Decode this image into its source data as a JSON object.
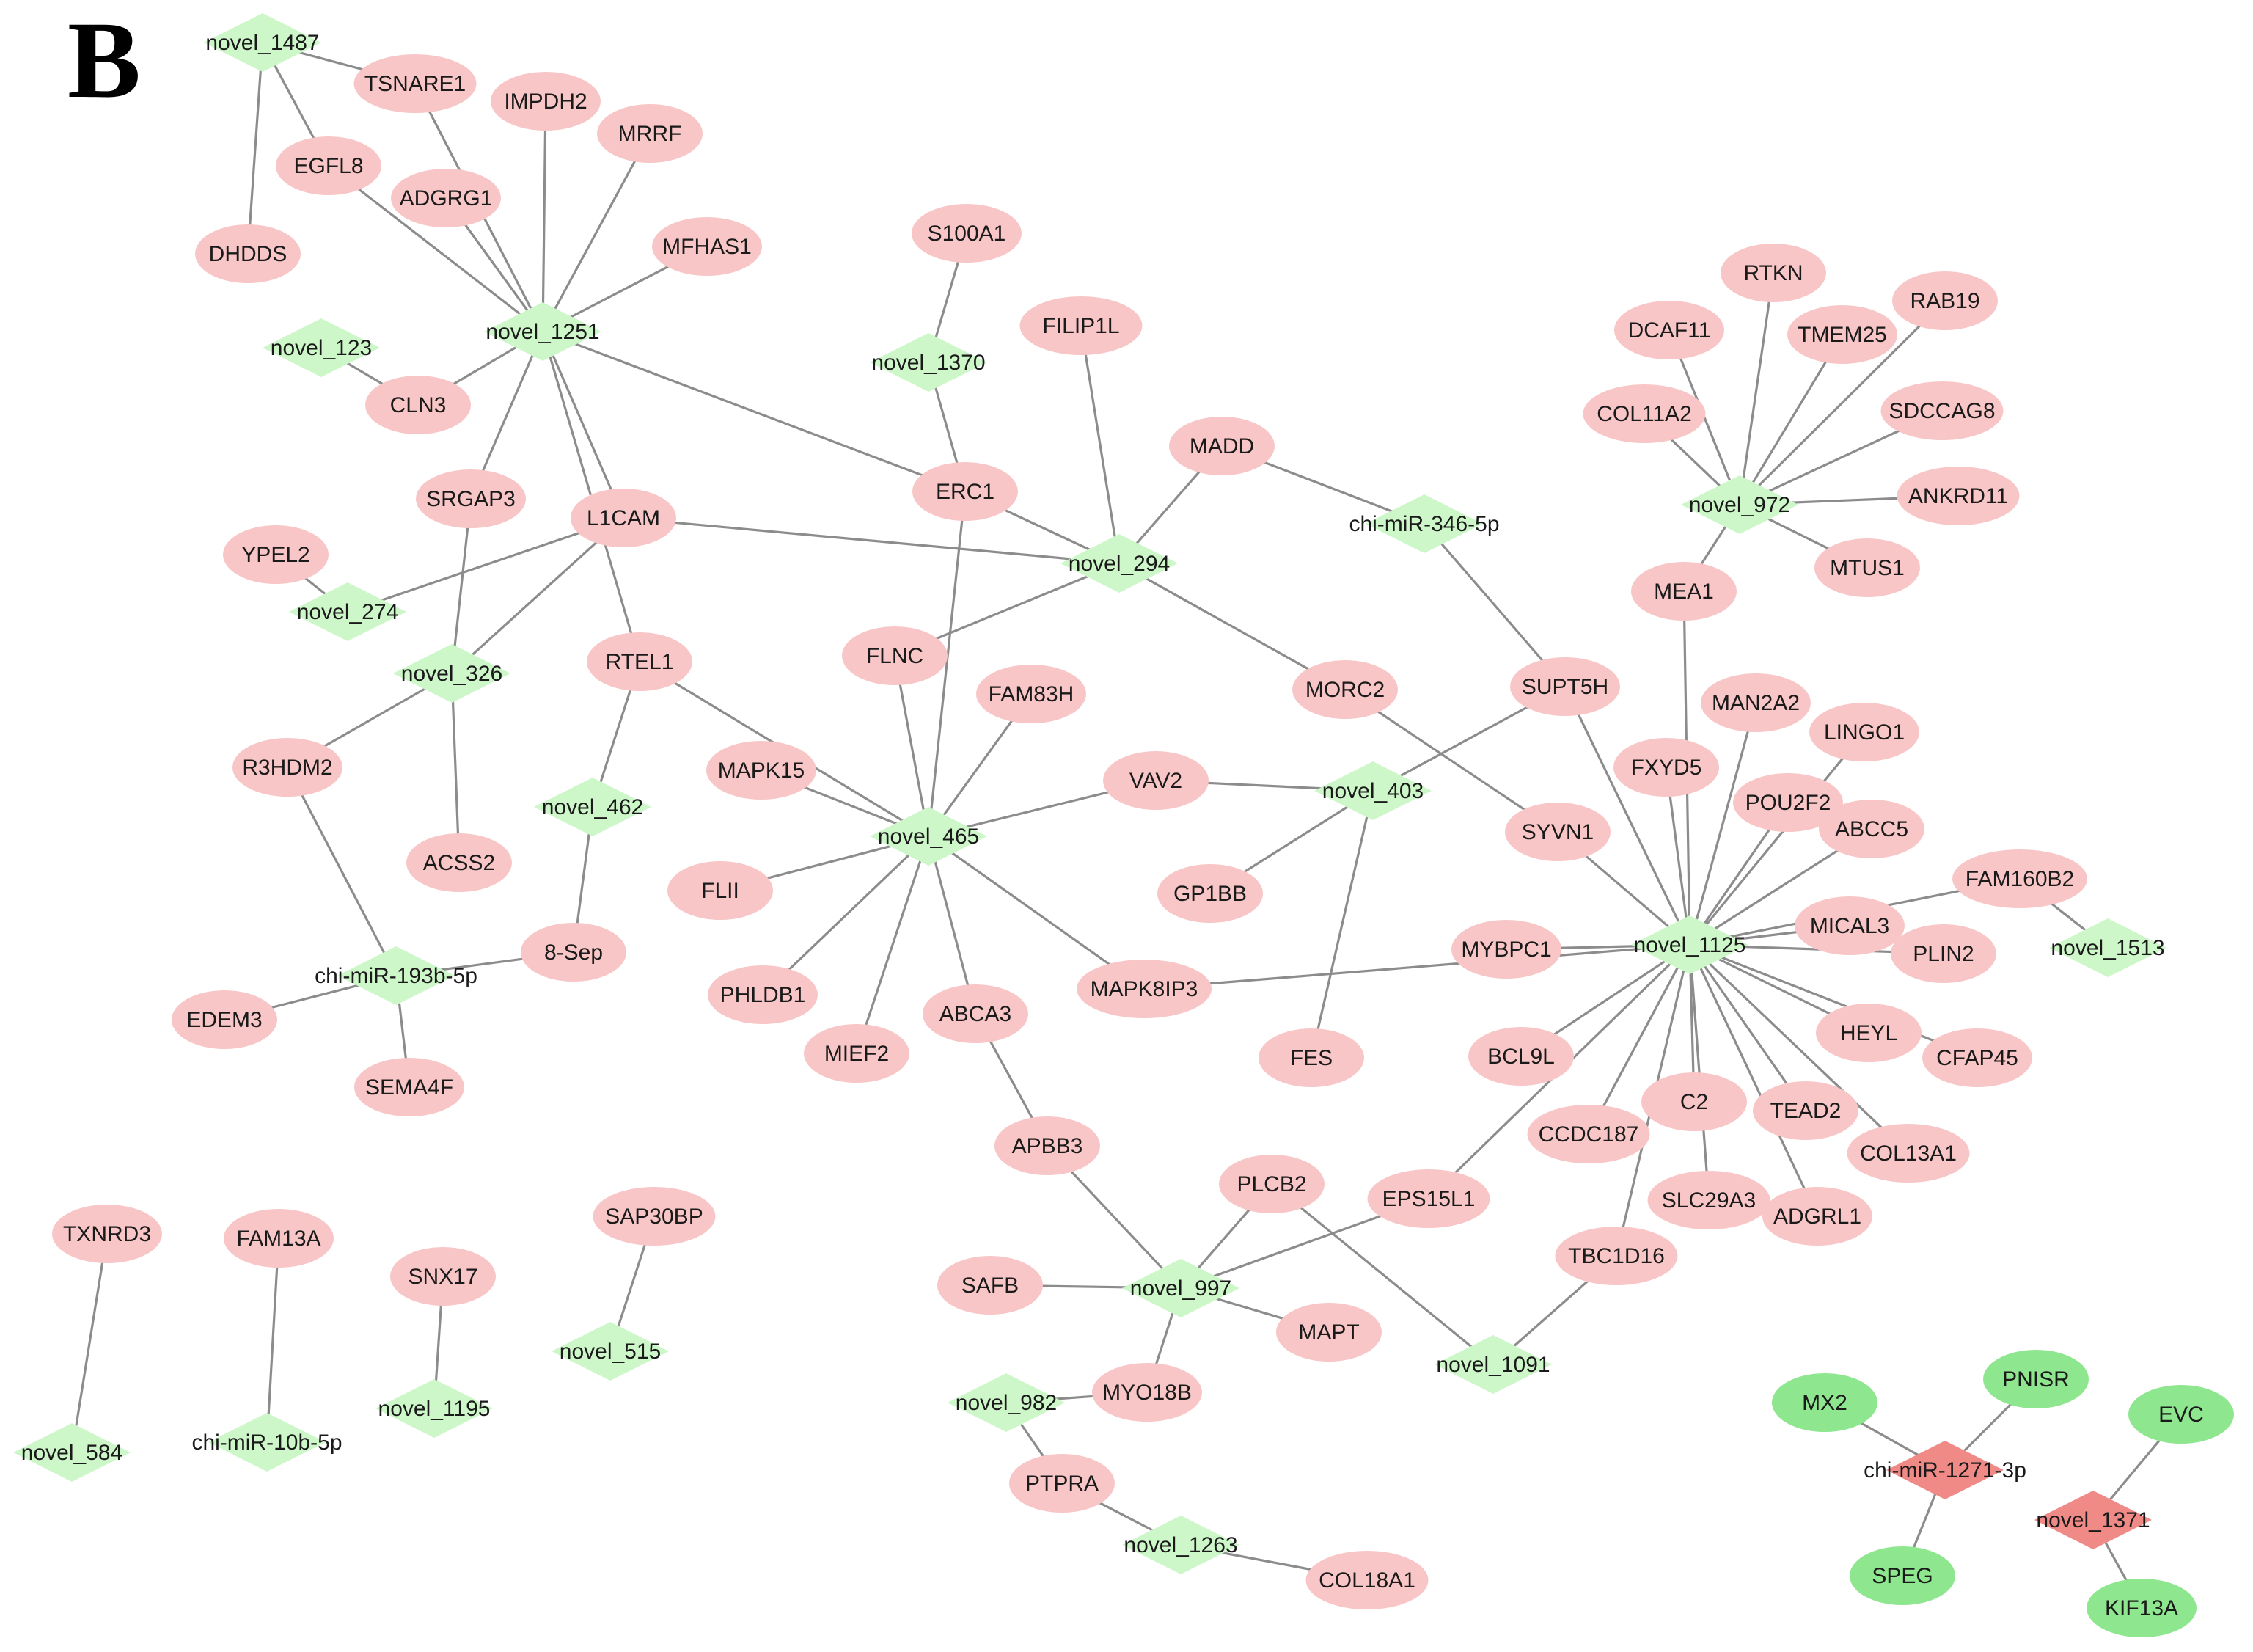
{
  "panel_label": "B",
  "colors": {
    "gene_up": "#f8c6c6",
    "mirna_up": "#cdf7c9",
    "gene_down": "#8ee68e",
    "mirna_down": "#f08a86",
    "edge": "#8c8c8c",
    "text": "#1a1a1a"
  },
  "nodes": [
    {
      "id": "novel_1487",
      "label": "novel_1487",
      "shape": "diamond",
      "group": "mirna_up"
    },
    {
      "id": "TSNARE1",
      "label": "TSNARE1",
      "shape": "ellipse",
      "group": "gene_up"
    },
    {
      "id": "IMPDH2",
      "label": "IMPDH2",
      "shape": "ellipse",
      "group": "gene_up"
    },
    {
      "id": "MRRF",
      "label": "MRRF",
      "shape": "ellipse",
      "group": "gene_up"
    },
    {
      "id": "EGFL8",
      "label": "EGFL8",
      "shape": "ellipse",
      "group": "gene_up"
    },
    {
      "id": "ADGRG1",
      "label": "ADGRG1",
      "shape": "ellipse",
      "group": "gene_up"
    },
    {
      "id": "DHDDS",
      "label": "DHDDS",
      "shape": "ellipse",
      "group": "gene_up"
    },
    {
      "id": "MFHAS1",
      "label": "MFHAS1",
      "shape": "ellipse",
      "group": "gene_up"
    },
    {
      "id": "novel_1251",
      "label": "novel_1251",
      "shape": "diamond",
      "group": "mirna_up"
    },
    {
      "id": "novel_123",
      "label": "novel_123",
      "shape": "diamond",
      "group": "mirna_up"
    },
    {
      "id": "CLN3",
      "label": "CLN3",
      "shape": "ellipse",
      "group": "gene_up"
    },
    {
      "id": "S100A1",
      "label": "S100A1",
      "shape": "ellipse",
      "group": "gene_up"
    },
    {
      "id": "novel_1370",
      "label": "novel_1370",
      "shape": "diamond",
      "group": "mirna_up"
    },
    {
      "id": "FILIP1L",
      "label": "FILIP1L",
      "shape": "ellipse",
      "group": "gene_up"
    },
    {
      "id": "MADD",
      "label": "MADD",
      "shape": "ellipse",
      "group": "gene_up"
    },
    {
      "id": "ERC1",
      "label": "ERC1",
      "shape": "ellipse",
      "group": "gene_up"
    },
    {
      "id": "SRGAP3",
      "label": "SRGAP3",
      "shape": "ellipse",
      "group": "gene_up"
    },
    {
      "id": "L1CAM",
      "label": "L1CAM",
      "shape": "ellipse",
      "group": "gene_up"
    },
    {
      "id": "YPEL2",
      "label": "YPEL2",
      "shape": "ellipse",
      "group": "gene_up"
    },
    {
      "id": "novel_274",
      "label": "novel_274",
      "shape": "diamond",
      "group": "mirna_up"
    },
    {
      "id": "novel_294",
      "label": "novel_294",
      "shape": "diamond",
      "group": "mirna_up"
    },
    {
      "id": "chi-miR-346-5p",
      "label": "chi-miR-346-5p",
      "shape": "diamond",
      "group": "mirna_up"
    },
    {
      "id": "RTKN",
      "label": "RTKN",
      "shape": "ellipse",
      "group": "gene_up"
    },
    {
      "id": "DCAF11",
      "label": "DCAF11",
      "shape": "ellipse",
      "group": "gene_up"
    },
    {
      "id": "TMEM25",
      "label": "TMEM25",
      "shape": "ellipse",
      "group": "gene_up"
    },
    {
      "id": "RAB19",
      "label": "RAB19",
      "shape": "ellipse",
      "group": "gene_up"
    },
    {
      "id": "COL11A2",
      "label": "COL11A2",
      "shape": "ellipse",
      "group": "gene_up"
    },
    {
      "id": "SDCCAG8",
      "label": "SDCCAG8",
      "shape": "ellipse",
      "group": "gene_up"
    },
    {
      "id": "novel_972",
      "label": "novel_972",
      "shape": "diamond",
      "group": "mirna_up"
    },
    {
      "id": "ANKRD11",
      "label": "ANKRD11",
      "shape": "ellipse",
      "group": "gene_up"
    },
    {
      "id": "MTUS1",
      "label": "MTUS1",
      "shape": "ellipse",
      "group": "gene_up"
    },
    {
      "id": "MEA1",
      "label": "MEA1",
      "shape": "ellipse",
      "group": "gene_up"
    },
    {
      "id": "novel_326",
      "label": "novel_326",
      "shape": "diamond",
      "group": "mirna_up"
    },
    {
      "id": "RTEL1",
      "label": "RTEL1",
      "shape": "ellipse",
      "group": "gene_up"
    },
    {
      "id": "FLNC",
      "label": "FLNC",
      "shape": "ellipse",
      "group": "gene_up"
    },
    {
      "id": "FAM83H",
      "label": "FAM83H",
      "shape": "ellipse",
      "group": "gene_up"
    },
    {
      "id": "MORC2",
      "label": "MORC2",
      "shape": "ellipse",
      "group": "gene_up"
    },
    {
      "id": "SUPT5H",
      "label": "SUPT5H",
      "shape": "ellipse",
      "group": "gene_up"
    },
    {
      "id": "MAN2A2",
      "label": "MAN2A2",
      "shape": "ellipse",
      "group": "gene_up"
    },
    {
      "id": "LINGO1",
      "label": "LINGO1",
      "shape": "ellipse",
      "group": "gene_up"
    },
    {
      "id": "R3HDM2",
      "label": "R3HDM2",
      "shape": "ellipse",
      "group": "gene_up"
    },
    {
      "id": "MAPK15",
      "label": "MAPK15",
      "shape": "ellipse",
      "group": "gene_up"
    },
    {
      "id": "VAV2",
      "label": "VAV2",
      "shape": "ellipse",
      "group": "gene_up"
    },
    {
      "id": "novel_403",
      "label": "novel_403",
      "shape": "diamond",
      "group": "mirna_up"
    },
    {
      "id": "FXYD5",
      "label": "FXYD5",
      "shape": "ellipse",
      "group": "gene_up"
    },
    {
      "id": "POU2F2",
      "label": "POU2F2",
      "shape": "ellipse",
      "group": "gene_up"
    },
    {
      "id": "ABCC5",
      "label": "ABCC5",
      "shape": "ellipse",
      "group": "gene_up"
    },
    {
      "id": "novel_462",
      "label": "novel_462",
      "shape": "diamond",
      "group": "mirna_up"
    },
    {
      "id": "novel_465",
      "label": "novel_465",
      "shape": "diamond",
      "group": "mirna_up"
    },
    {
      "id": "SYVN1",
      "label": "SYVN1",
      "shape": "ellipse",
      "group": "gene_up"
    },
    {
      "id": "FAM160B2",
      "label": "FAM160B2",
      "shape": "ellipse",
      "group": "gene_up"
    },
    {
      "id": "ACSS2",
      "label": "ACSS2",
      "shape": "ellipse",
      "group": "gene_up"
    },
    {
      "id": "FLII",
      "label": "FLII",
      "shape": "ellipse",
      "group": "gene_up"
    },
    {
      "id": "GP1BB",
      "label": "GP1BB",
      "shape": "ellipse",
      "group": "gene_up"
    },
    {
      "id": "MICAL3",
      "label": "MICAL3",
      "shape": "ellipse",
      "group": "gene_up"
    },
    {
      "id": "8-Sep",
      "label": "8-Sep",
      "shape": "ellipse",
      "group": "gene_up"
    },
    {
      "id": "MYBPC1",
      "label": "MYBPC1",
      "shape": "ellipse",
      "group": "gene_up"
    },
    {
      "id": "novel_1125",
      "label": "novel_1125",
      "shape": "diamond",
      "group": "mirna_up"
    },
    {
      "id": "PLIN2",
      "label": "PLIN2",
      "shape": "ellipse",
      "group": "gene_up"
    },
    {
      "id": "novel_1513",
      "label": "novel_1513",
      "shape": "diamond",
      "group": "mirna_up"
    },
    {
      "id": "chi-miR-193b-5p",
      "label": "chi-miR-193b-5p",
      "shape": "diamond",
      "group": "mirna_up"
    },
    {
      "id": "PHLDB1",
      "label": "PHLDB1",
      "shape": "ellipse",
      "group": "gene_up"
    },
    {
      "id": "MAPK8IP3",
      "label": "MAPK8IP3",
      "shape": "ellipse",
      "group": "gene_up"
    },
    {
      "id": "EDEM3",
      "label": "EDEM3",
      "shape": "ellipse",
      "group": "gene_up"
    },
    {
      "id": "ABCA3",
      "label": "ABCA3",
      "shape": "ellipse",
      "group": "gene_up"
    },
    {
      "id": "MIEF2",
      "label": "MIEF2",
      "shape": "ellipse",
      "group": "gene_up"
    },
    {
      "id": "HEYL",
      "label": "HEYL",
      "shape": "ellipse",
      "group": "gene_up"
    },
    {
      "id": "FES",
      "label": "FES",
      "shape": "ellipse",
      "group": "gene_up"
    },
    {
      "id": "BCL9L",
      "label": "BCL9L",
      "shape": "ellipse",
      "group": "gene_up"
    },
    {
      "id": "CFAP45",
      "label": "CFAP45",
      "shape": "ellipse",
      "group": "gene_up"
    },
    {
      "id": "SEMA4F",
      "label": "SEMA4F",
      "shape": "ellipse",
      "group": "gene_up"
    },
    {
      "id": "C2",
      "label": "C2",
      "shape": "ellipse",
      "group": "gene_up"
    },
    {
      "id": "TEAD2",
      "label": "TEAD2",
      "shape": "ellipse",
      "group": "gene_up"
    },
    {
      "id": "CCDC187",
      "label": "CCDC187",
      "shape": "ellipse",
      "group": "gene_up"
    },
    {
      "id": "APBB3",
      "label": "APBB3",
      "shape": "ellipse",
      "group": "gene_up"
    },
    {
      "id": "COL13A1",
      "label": "COL13A1",
      "shape": "ellipse",
      "group": "gene_up"
    },
    {
      "id": "PLCB2",
      "label": "PLCB2",
      "shape": "ellipse",
      "group": "gene_up"
    },
    {
      "id": "EPS15L1",
      "label": "EPS15L1",
      "shape": "ellipse",
      "group": "gene_up"
    },
    {
      "id": "SLC29A3",
      "label": "SLC29A3",
      "shape": "ellipse",
      "group": "gene_up"
    },
    {
      "id": "ADGRL1",
      "label": "ADGRL1",
      "shape": "ellipse",
      "group": "gene_up"
    },
    {
      "id": "TXNRD3",
      "label": "TXNRD3",
      "shape": "ellipse",
      "group": "gene_up"
    },
    {
      "id": "FAM13A",
      "label": "FAM13A",
      "shape": "ellipse",
      "group": "gene_up"
    },
    {
      "id": "SAP30BP",
      "label": "SAP30BP",
      "shape": "ellipse",
      "group": "gene_up"
    },
    {
      "id": "SNX17",
      "label": "SNX17",
      "shape": "ellipse",
      "group": "gene_up"
    },
    {
      "id": "TBC1D16",
      "label": "TBC1D16",
      "shape": "ellipse",
      "group": "gene_up"
    },
    {
      "id": "SAFB",
      "label": "SAFB",
      "shape": "ellipse",
      "group": "gene_up"
    },
    {
      "id": "novel_997",
      "label": "novel_997",
      "shape": "diamond",
      "group": "mirna_up"
    },
    {
      "id": "MAPT",
      "label": "MAPT",
      "shape": "ellipse",
      "group": "gene_up"
    },
    {
      "id": "novel_515",
      "label": "novel_515",
      "shape": "diamond",
      "group": "mirna_up"
    },
    {
      "id": "novel_1091",
      "label": "novel_1091",
      "shape": "diamond",
      "group": "mirna_up"
    },
    {
      "id": "novel_1195",
      "label": "novel_1195",
      "shape": "diamond",
      "group": "mirna_up"
    },
    {
      "id": "novel_982",
      "label": "novel_982",
      "shape": "diamond",
      "group": "mirna_up"
    },
    {
      "id": "MYO18B",
      "label": "MYO18B",
      "shape": "ellipse",
      "group": "gene_up"
    },
    {
      "id": "novel_584",
      "label": "novel_584",
      "shape": "diamond",
      "group": "mirna_up"
    },
    {
      "id": "chi-miR-10b-5p",
      "label": "chi-miR-10b-5p",
      "shape": "diamond",
      "group": "mirna_up"
    },
    {
      "id": "PTPRA",
      "label": "PTPRA",
      "shape": "ellipse",
      "group": "gene_up"
    },
    {
      "id": "novel_1263",
      "label": "novel_1263",
      "shape": "diamond",
      "group": "mirna_up"
    },
    {
      "id": "COL18A1",
      "label": "COL18A1",
      "shape": "ellipse",
      "group": "gene_up"
    },
    {
      "id": "MX2",
      "label": "MX2",
      "shape": "ellipse",
      "group": "gene_down"
    },
    {
      "id": "PNISR",
      "label": "PNISR",
      "shape": "ellipse",
      "group": "gene_down"
    },
    {
      "id": "EVC",
      "label": "EVC",
      "shape": "ellipse",
      "group": "gene_down"
    },
    {
      "id": "chi-miR-1271-3p",
      "label": "chi-miR-1271-3p",
      "shape": "diamond",
      "group": "mirna_down"
    },
    {
      "id": "novel_1371",
      "label": "novel_1371",
      "shape": "diamond",
      "group": "mirna_down"
    },
    {
      "id": "SPEG",
      "label": "SPEG",
      "shape": "ellipse",
      "group": "gene_down"
    },
    {
      "id": "KIF13A",
      "label": "KIF13A",
      "shape": "ellipse",
      "group": "gene_down"
    }
  ],
  "edges": [
    [
      "novel_1487",
      "TSNARE1"
    ],
    [
      "novel_1487",
      "EGFL8"
    ],
    [
      "novel_1487",
      "DHDDS"
    ],
    [
      "novel_1251",
      "TSNARE1"
    ],
    [
      "novel_1251",
      "IMPDH2"
    ],
    [
      "novel_1251",
      "MRRF"
    ],
    [
      "novel_1251",
      "EGFL8"
    ],
    [
      "novel_1251",
      "ADGRG1"
    ],
    [
      "novel_1251",
      "MFHAS1"
    ],
    [
      "novel_1251",
      "CLN3"
    ],
    [
      "novel_1251",
      "SRGAP3"
    ],
    [
      "novel_1251",
      "L1CAM"
    ],
    [
      "novel_1251",
      "RTEL1"
    ],
    [
      "novel_1251",
      "ERC1"
    ],
    [
      "novel_123",
      "CLN3"
    ],
    [
      "novel_1370",
      "S100A1"
    ],
    [
      "novel_1370",
      "ERC1"
    ],
    [
      "novel_294",
      "FILIP1L"
    ],
    [
      "novel_294",
      "MADD"
    ],
    [
      "novel_294",
      "ERC1"
    ],
    [
      "novel_294",
      "L1CAM"
    ],
    [
      "novel_294",
      "FLNC"
    ],
    [
      "novel_294",
      "MORC2"
    ],
    [
      "novel_274",
      "YPEL2"
    ],
    [
      "novel_274",
      "L1CAM"
    ],
    [
      "novel_326",
      "SRGAP3"
    ],
    [
      "novel_326",
      "L1CAM"
    ],
    [
      "novel_326",
      "R3HDM2"
    ],
    [
      "novel_326",
      "ACSS2"
    ],
    [
      "chi-miR-346-5p",
      "MADD"
    ],
    [
      "chi-miR-346-5p",
      "SUPT5H"
    ],
    [
      "novel_972",
      "RTKN"
    ],
    [
      "novel_972",
      "DCAF11"
    ],
    [
      "novel_972",
      "TMEM25"
    ],
    [
      "novel_972",
      "RAB19"
    ],
    [
      "novel_972",
      "COL11A2"
    ],
    [
      "novel_972",
      "SDCCAG8"
    ],
    [
      "novel_972",
      "ANKRD11"
    ],
    [
      "novel_972",
      "MTUS1"
    ],
    [
      "novel_972",
      "MEA1"
    ],
    [
      "novel_465",
      "ERC1"
    ],
    [
      "novel_465",
      "FLNC"
    ],
    [
      "novel_465",
      "FAM83H"
    ],
    [
      "novel_465",
      "RTEL1"
    ],
    [
      "novel_465",
      "MAPK15"
    ],
    [
      "novel_465",
      "VAV2"
    ],
    [
      "novel_465",
      "FLII"
    ],
    [
      "novel_465",
      "PHLDB1"
    ],
    [
      "novel_465",
      "MIEF2"
    ],
    [
      "novel_465",
      "ABCA3"
    ],
    [
      "novel_465",
      "MAPK8IP3"
    ],
    [
      "novel_462",
      "RTEL1"
    ],
    [
      "novel_462",
      "8-Sep"
    ],
    [
      "novel_403",
      "VAV2"
    ],
    [
      "novel_403",
      "GP1BB"
    ],
    [
      "novel_403",
      "FES"
    ],
    [
      "novel_403",
      "SUPT5H"
    ],
    [
      "MORC2",
      "SYVN1"
    ],
    [
      "chi-miR-193b-5p",
      "R3HDM2"
    ],
    [
      "chi-miR-193b-5p",
      "8-Sep"
    ],
    [
      "chi-miR-193b-5p",
      "EDEM3"
    ],
    [
      "chi-miR-193b-5p",
      "SEMA4F"
    ],
    [
      "novel_1125",
      "MEA1"
    ],
    [
      "novel_1125",
      "SUPT5H"
    ],
    [
      "novel_1125",
      "MAN2A2"
    ],
    [
      "novel_1125",
      "LINGO1"
    ],
    [
      "novel_1125",
      "FXYD5"
    ],
    [
      "novel_1125",
      "POU2F2"
    ],
    [
      "novel_1125",
      "ABCC5"
    ],
    [
      "novel_1125",
      "SYVN1"
    ],
    [
      "novel_1125",
      "FAM160B2"
    ],
    [
      "novel_1125",
      "MICAL3"
    ],
    [
      "novel_1125",
      "PLIN2"
    ],
    [
      "novel_1125",
      "MYBPC1"
    ],
    [
      "novel_1125",
      "MAPK8IP3"
    ],
    [
      "novel_1125",
      "HEYL"
    ],
    [
      "novel_1125",
      "CFAP45"
    ],
    [
      "novel_1125",
      "BCL9L"
    ],
    [
      "novel_1125",
      "C2"
    ],
    [
      "novel_1125",
      "TEAD2"
    ],
    [
      "novel_1125",
      "CCDC187"
    ],
    [
      "novel_1125",
      "COL13A1"
    ],
    [
      "novel_1125",
      "SLC29A3"
    ],
    [
      "novel_1125",
      "ADGRL1"
    ],
    [
      "novel_1125",
      "TBC1D16"
    ],
    [
      "novel_1125",
      "EPS15L1"
    ],
    [
      "novel_1513",
      "FAM160B2"
    ],
    [
      "ABCA3",
      "APBB3"
    ],
    [
      "novel_997",
      "APBB3"
    ],
    [
      "novel_997",
      "PLCB2"
    ],
    [
      "novel_997",
      "EPS15L1"
    ],
    [
      "novel_997",
      "SAFB"
    ],
    [
      "novel_997",
      "MAPT"
    ],
    [
      "novel_997",
      "MYO18B"
    ],
    [
      "novel_1091",
      "PLCB2"
    ],
    [
      "novel_1091",
      "TBC1D16"
    ],
    [
      "novel_982",
      "MYO18B"
    ],
    [
      "novel_982",
      "PTPRA"
    ],
    [
      "novel_1263",
      "PTPRA"
    ],
    [
      "novel_1263",
      "COL18A1"
    ],
    [
      "novel_584",
      "TXNRD3"
    ],
    [
      "chi-miR-10b-5p",
      "FAM13A"
    ],
    [
      "novel_1195",
      "SNX17"
    ],
    [
      "novel_515",
      "SAP30BP"
    ],
    [
      "chi-miR-1271-3p",
      "MX2"
    ],
    [
      "chi-miR-1271-3p",
      "PNISR"
    ],
    [
      "chi-miR-1271-3p",
      "SPEG"
    ],
    [
      "novel_1371",
      "EVC"
    ],
    [
      "novel_1371",
      "KIF13A"
    ]
  ]
}
